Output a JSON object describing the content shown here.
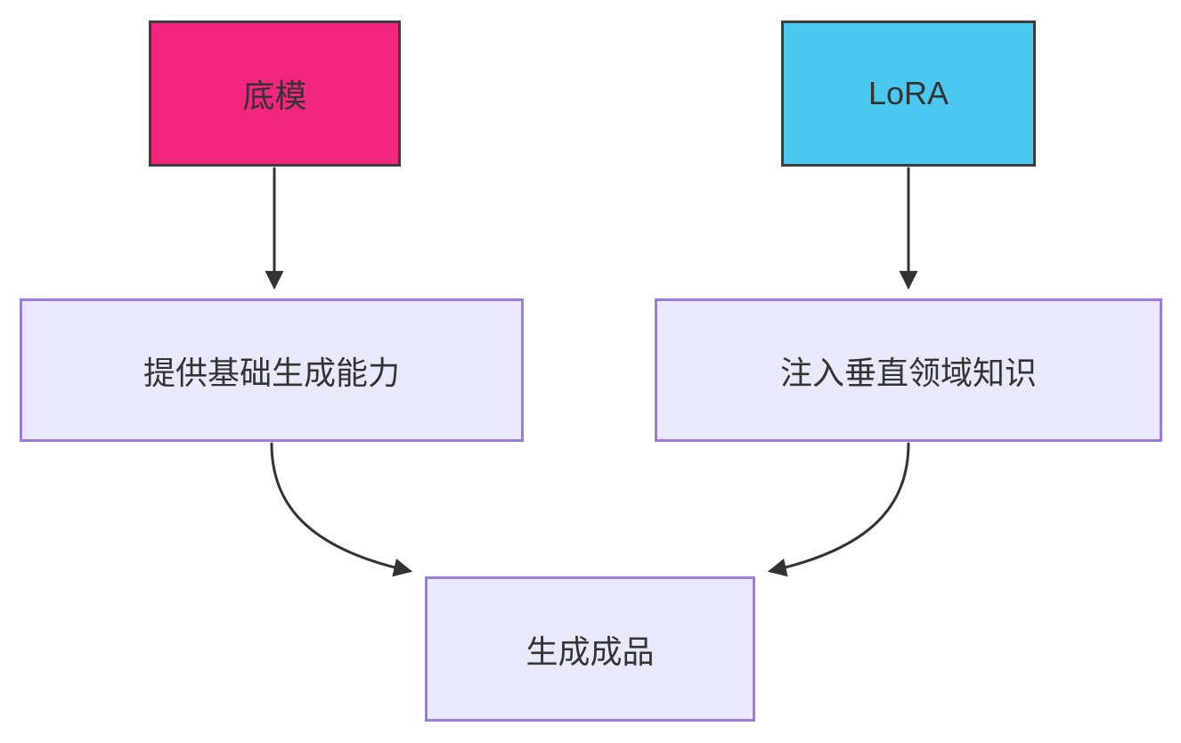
{
  "diagram": {
    "background": "#ffffff",
    "arrow_color": "#333333",
    "text_color": "#333333",
    "nodes": {
      "base_model": {
        "label": "底模",
        "fill": "#f2267c",
        "border": "#3d3d3d"
      },
      "lora": {
        "label": "LoRA",
        "fill": "#4ac8f0",
        "border": "#3d3d3d"
      },
      "base_capability": {
        "label": "提供基础生成能力",
        "fill": "#e9e9fb",
        "border": "#9b7bdc"
      },
      "domain_knowledge": {
        "label": "注入垂直领域知识",
        "fill": "#e9e9fb",
        "border": "#9b7bdc"
      },
      "output": {
        "label": "生成成品",
        "fill": "#e9e9fb",
        "border": "#9b7bdc"
      }
    },
    "edges": [
      {
        "from": "base_model",
        "to": "base_capability"
      },
      {
        "from": "lora",
        "to": "domain_knowledge"
      },
      {
        "from": "base_capability",
        "to": "output"
      },
      {
        "from": "domain_knowledge",
        "to": "output"
      }
    ]
  }
}
